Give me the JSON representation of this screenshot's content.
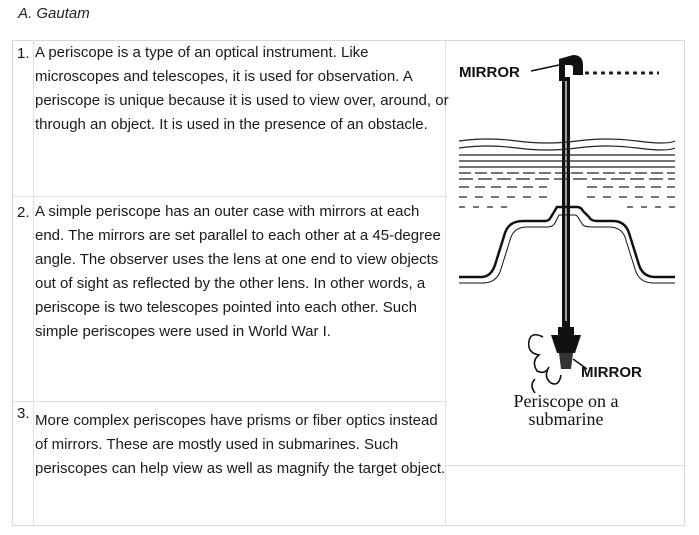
{
  "author": "A. Gautam",
  "items": [
    {
      "number": "1.",
      "text": "A periscope is a type of an optical instrument. Like microscopes and telescopes, it is used for observation. A periscope is unique because it is used to view over, around, or through an object. It is used in the presence of an obstacle."
    },
    {
      "number": "2.",
      "text": "A simple periscope has an outer case with mirrors at each end. The mirrors are set parallel to each other at a 45-degree angle. The observer uses the lens at one end to view objects out of sight as reflected by the other lens. In other words, a periscope is two telescopes pointed into each other. Such simple periscopes were used in World War I."
    },
    {
      "number": "3.",
      "text": "More complex periscopes have prisms or fiber optics instead of mirrors. These are mostly used in submarines. Such periscopes can help view as well as magnify the target object."
    }
  ],
  "figure": {
    "label_top": "MIRROR",
    "label_bottom": "MIRROR",
    "caption_line1": "Periscope on a",
    "caption_line2": "submarine"
  }
}
